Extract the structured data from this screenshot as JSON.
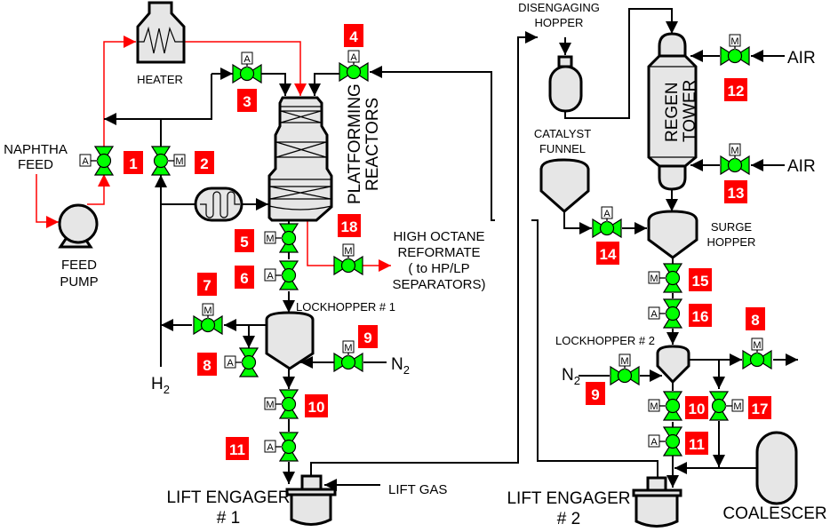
{
  "diagram": {
    "title": "Continuous Catalyst Regeneration Platforming Process",
    "colors": {
      "valve_body": "#00ff00",
      "valve_ball": "#00ff00",
      "tag_background": "#ff0000",
      "tag_text": "#ffffff",
      "equipment_fill": "#e6e6e6",
      "process_line": "#000000",
      "feed_line": "#ff0000"
    },
    "equipment": {
      "heater": "HEATER",
      "naphtha_feed_1": "NAPHTHA",
      "naphtha_feed_2": "FEED",
      "feed_pump_1": "FEED",
      "feed_pump_2": "PUMP",
      "platforming_reactors_1": "PLATFORMING",
      "platforming_reactors_2": "REACTORS",
      "reformate_1": "HIGH OCTANE",
      "reformate_2": "REFORMATE",
      "reformate_3": "( to HP/LP",
      "reformate_4": "SEPARATORS)",
      "lockhopper1": "LOCKHOPPER # 1",
      "h2": "H",
      "h2_sub": "2",
      "n2": "N",
      "n2_sub": "2",
      "lift_gas": "LIFT GAS",
      "lift_engager1_1": "LIFT ENGAGER",
      "lift_engager1_2": "# 1",
      "lift_engager2_1": "LIFT ENGAGER",
      "lift_engager2_2": "# 2",
      "disengaging_hopper_1": "DISENGAGING",
      "disengaging_hopper_2": "HOPPER",
      "catalyst_funnel_1": "CATALYST",
      "catalyst_funnel_2": "FUNNEL",
      "regen_tower_1": "REGEN",
      "regen_tower_2": "TOWER",
      "air_upper": "AIR",
      "air_lower": "AIR",
      "surge_hopper_1": "SURGE",
      "surge_hopper_2": "HOPPER",
      "lockhopper2": "LOCKHOPPER # 2",
      "coalescer": "COALESCER"
    },
    "valves": [
      {
        "tag": "1",
        "actuator": "A",
        "orientation": "vertical"
      },
      {
        "tag": "2",
        "actuator": "M",
        "orientation": "vertical"
      },
      {
        "tag": "3",
        "actuator": "A",
        "orientation": "horizontal"
      },
      {
        "tag": "4",
        "actuator": "A",
        "orientation": "horizontal"
      },
      {
        "tag": "5",
        "actuator": "M",
        "orientation": "vertical"
      },
      {
        "tag": "6",
        "actuator": "A",
        "orientation": "vertical"
      },
      {
        "tag": "7",
        "actuator": "M",
        "orientation": "horizontal"
      },
      {
        "tag": "8",
        "actuator": "A",
        "orientation": "vertical"
      },
      {
        "tag": "9",
        "actuator": "M",
        "orientation": "horizontal"
      },
      {
        "tag": "10",
        "actuator": "M",
        "orientation": "vertical"
      },
      {
        "tag": "11",
        "actuator": "A",
        "orientation": "vertical"
      },
      {
        "tag": "18",
        "actuator": "M",
        "orientation": "horizontal"
      },
      {
        "tag": "12",
        "actuator": "M",
        "orientation": "horizontal"
      },
      {
        "tag": "13",
        "actuator": "M",
        "orientation": "horizontal"
      },
      {
        "tag": "14",
        "actuator": "A",
        "orientation": "horizontal"
      },
      {
        "tag": "15",
        "actuator": "M",
        "orientation": "vertical"
      },
      {
        "tag": "16",
        "actuator": "A",
        "orientation": "vertical"
      },
      {
        "tag": "8",
        "actuator": "M",
        "orientation": "horizontal"
      },
      {
        "tag": "9",
        "actuator": "M",
        "orientation": "horizontal"
      },
      {
        "tag": "10",
        "actuator": "M",
        "orientation": "vertical"
      },
      {
        "tag": "17",
        "actuator": "M",
        "orientation": "vertical"
      },
      {
        "tag": "11",
        "actuator": "A",
        "orientation": "vertical"
      }
    ]
  }
}
